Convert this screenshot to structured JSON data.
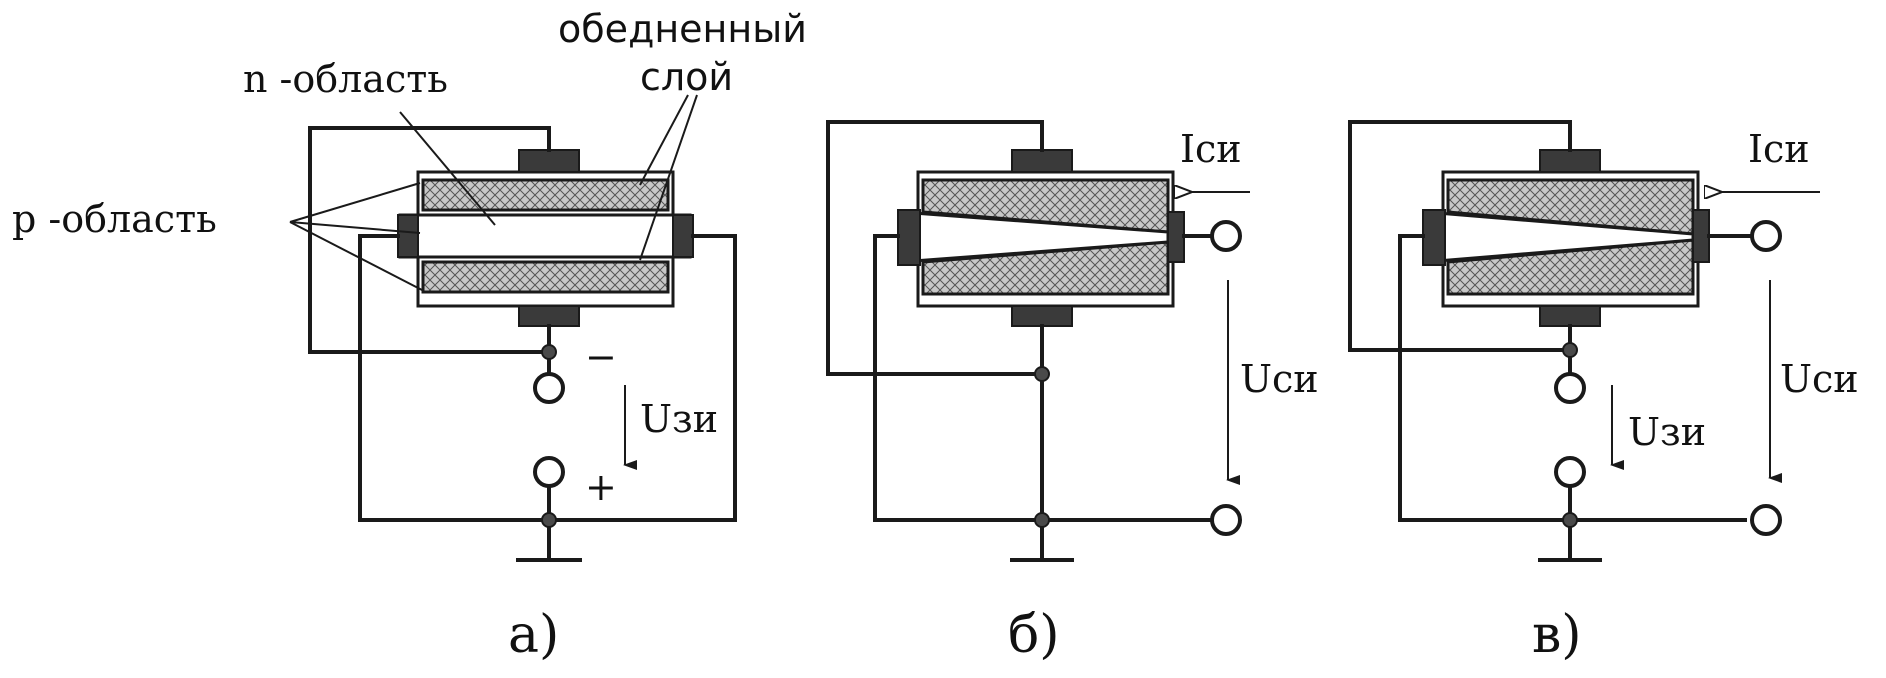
{
  "labels": {
    "n_region": "n -область",
    "p_region": "p -область",
    "depletion_line1": "обедненный",
    "depletion_line2": "слой",
    "i_ds_b": "Iси",
    "i_ds_c": "Iси",
    "u_gs_a": "Uзи",
    "u_gs_c": "Uзи",
    "u_ds_b": "Uси",
    "u_ds_c": "Uси",
    "minus": "−",
    "plus": "+"
  },
  "captions": {
    "a": "а)",
    "b": "б)",
    "c": "в)"
  },
  "colors": {
    "ink": "#1a1a1a",
    "depletion_fill": "#c8c8c8",
    "background": "#ffffff"
  }
}
